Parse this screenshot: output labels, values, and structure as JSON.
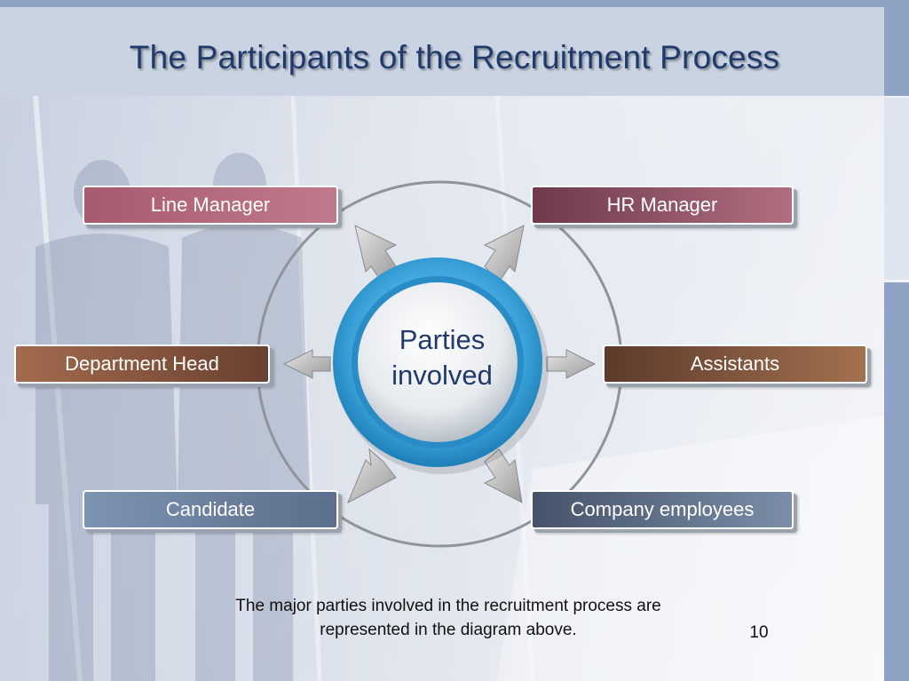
{
  "slide": {
    "title": "The Participants of the Recruitment Process",
    "page_number": "10",
    "caption_line1": "The major parties involved in the recruitment process are",
    "caption_line2": "represented in the diagram above."
  },
  "diagram": {
    "center_line1": "Parties",
    "center_line2": "involved",
    "participants": {
      "line_manager": "Line Manager",
      "hr_manager": "HR Manager",
      "department_head": "Department Head",
      "assistants": "Assistants",
      "candidate": "Candidate",
      "company_employees": "Company employees"
    }
  },
  "colors": {
    "title": "#1f3a6b",
    "header_band": "#c9d3e2",
    "side_bar": "#8ea3c3",
    "hub_ring": "#3a9fd6"
  }
}
